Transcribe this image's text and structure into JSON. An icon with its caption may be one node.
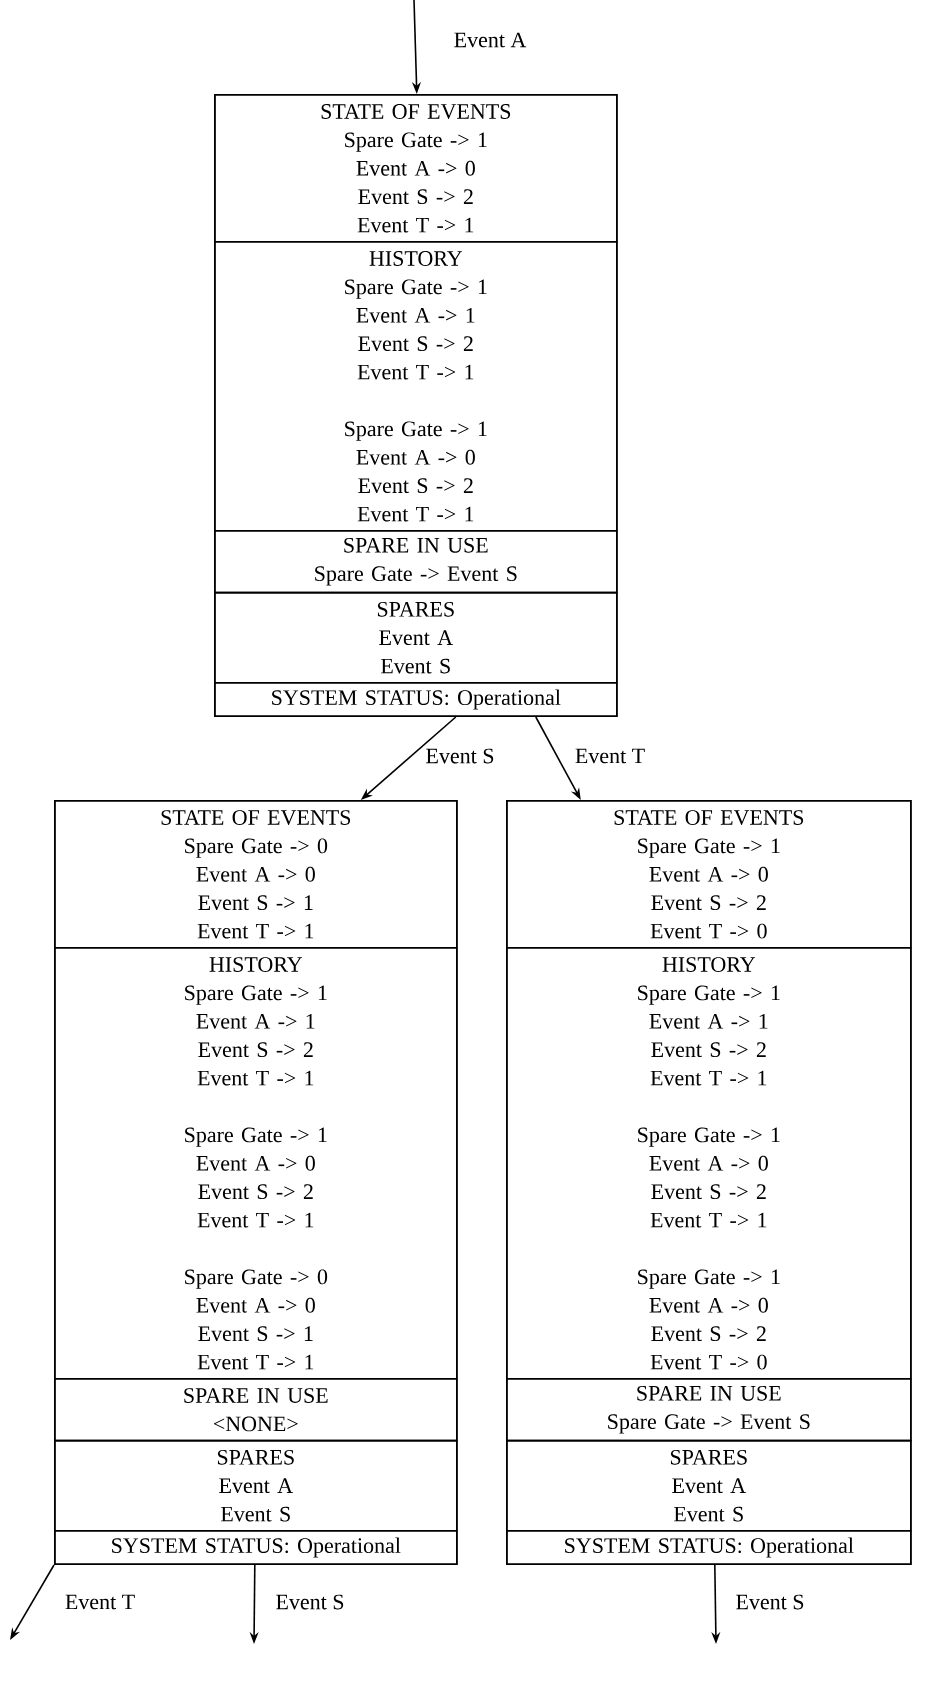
{
  "diagram": {
    "nodes": [
      {
        "text": [],
        "shape": "box"
      },
      {
        "text": [
          "STATE OF EVENTS",
          "Spare Gate -> 1",
          "Event A -> 0",
          "Event S -> 2",
          "Event T -> 1"
        ],
        "in": 0
      },
      {
        "text": [
          "HISTORY",
          "Spare Gate -> 1",
          "Event A -> 1",
          "Event S -> 2",
          "Event T -> 1",
          "Spare Gate -> 1",
          "Event A -> 0",
          "Event S -> 2",
          "Event T -> 1"
        ],
        "in": 0
      },
      {
        "text": [
          "SPARE IN USE",
          "Spare Gate -> Event S"
        ],
        "in": 0
      },
      {
        "text": [
          "SPARES",
          "Event A",
          "Event S"
        ],
        "in": 0
      },
      {
        "text": [
          "SYSTEM STATUS: Operational"
        ],
        "in": 0
      },
      {
        "text": [],
        "shape": "box"
      },
      {
        "text": [
          "STATE OF EVENTS",
          "Spare Gate -> 0",
          "Event A -> 0",
          "Event S -> 1",
          "Event T -> 1"
        ],
        "in": 6
      },
      {
        "text": [
          "HISTORY",
          "Spare Gate -> 1",
          "Event A -> 1",
          "Event S -> 2",
          "Event T -> 1",
          "Spare Gate -> 1",
          "Event A -> 0",
          "Event S -> 2",
          "Event T -> 1",
          "Spare Gate -> 0",
          "Event A -> 0",
          "Event S -> 1",
          "Event T -> 1"
        ],
        "in": 6
      },
      {
        "text": [
          "SPARE IN USE",
          "<NONE>"
        ],
        "in": 6
      },
      {
        "text": [
          "SPARES",
          "Event A",
          "Event S"
        ],
        "in": 6
      },
      {
        "text": [
          "SYSTEM STATUS: Operational"
        ],
        "in": 6
      },
      {
        "text": [],
        "shape": "box"
      },
      {
        "text": [
          "STATE OF EVENTS",
          "Spare Gate -> 1",
          "Event A -> 0",
          "Event S -> 2",
          "Event T -> 0"
        ],
        "in": 12
      },
      {
        "text": [
          "HISTORY",
          "Spare Gate -> 1",
          "Event A -> 1",
          "Event S -> 2",
          "Event T -> 1",
          "Spare Gate -> 1",
          "Event A -> 0",
          "Event S -> 2",
          "Event T -> 1",
          "Spare Gate -> 1",
          "Event A -> 0",
          "Event S -> 2",
          "Event T -> 0"
        ],
        "in": 12
      },
      {
        "text": [
          "SPARE IN USE",
          "Spare Gate -> Event S"
        ],
        "in": 12
      },
      {
        "text": [
          "SPARES",
          "Event A",
          "Event S"
        ],
        "in": 12
      },
      {
        "text": [
          "SYSTEM STATUS: Operational"
        ],
        "in": 12
      }
    ],
    "edges": [
      {
        "from": null,
        "to": 0,
        "arrow": "to",
        "label": "Event A"
      },
      {
        "from": 0,
        "to": 6,
        "arrow": "to",
        "label": "Event S"
      },
      {
        "from": 0,
        "to": 12,
        "arrow": "to",
        "label": "Event T"
      },
      {
        "from": 6,
        "to": null,
        "arrow": "to",
        "label": "Event T"
      },
      {
        "from": 6,
        "to": null,
        "arrow": "to",
        "label": "Event S"
      },
      {
        "from": 12,
        "to": null,
        "arrow": "to",
        "label": "Event S"
      }
    ]
  }
}
